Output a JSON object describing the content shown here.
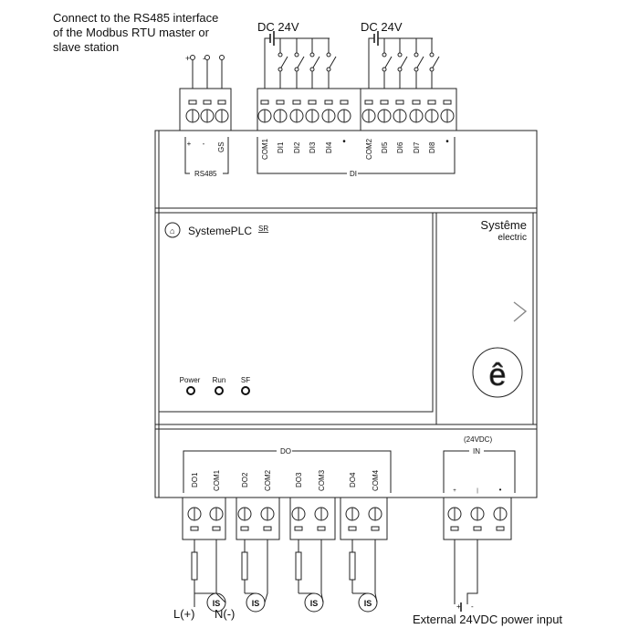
{
  "annotations": {
    "rs485_note": [
      "Connect to the RS485 interface",
      "of the Modbus RTU master or",
      "slave station"
    ],
    "dc24v_left": "DC 24V",
    "dc24v_right": "DC 24V",
    "external_power": "External 24VDC power input",
    "load_l": "L(+)",
    "load_n": "N(-)",
    "lamp_symbol": "IS",
    "plus": "+",
    "minus": "-"
  },
  "top_terminals": {
    "rs485_group": "RS485",
    "rs485_labels": [
      "+",
      "-",
      "GS"
    ],
    "di_group": "DI",
    "di_labels": [
      "COM1",
      "DI1",
      "DI2",
      "DI3",
      "DI4",
      "•",
      "COM2",
      "DI5",
      "DI6",
      "DI7",
      "DI8",
      "•"
    ]
  },
  "front_panel": {
    "brand": "SystemePLC",
    "model": "SR",
    "logo_line1": "Systême",
    "logo_line2": "electric",
    "leds": [
      "Power",
      "Run",
      "SF"
    ]
  },
  "bottom_terminals": {
    "do_group": "DO",
    "do_labels": [
      "DO1",
      "COM1",
      "DO2",
      "COM2",
      "DO3",
      "COM3",
      "DO4",
      "COM4"
    ],
    "in_voltage": "(24VDC)",
    "in_group": "IN",
    "in_labels": [
      "+",
      "|",
      "•"
    ]
  }
}
